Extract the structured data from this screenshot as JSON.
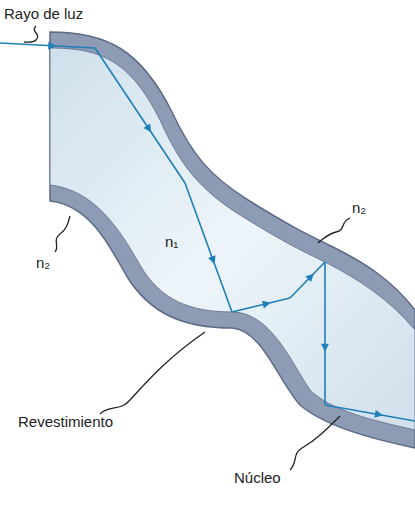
{
  "diagram": {
    "labels": [
      "Rayo de luz",
      "n₂",
      "n₂",
      "n₁",
      "Revestimiento",
      "Núcleo"
    ]
  }
}
